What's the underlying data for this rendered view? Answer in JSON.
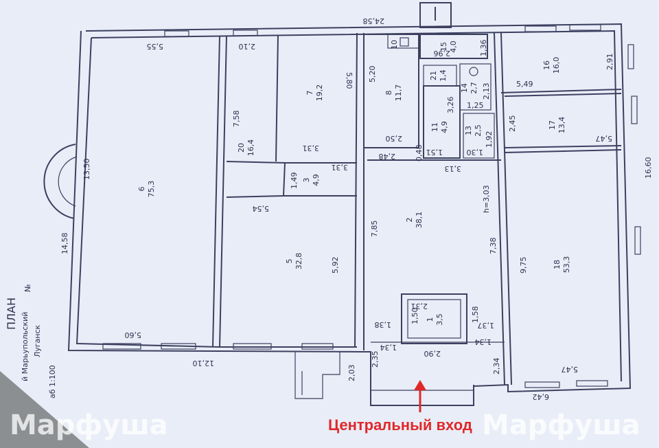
{
  "title": {
    "plan": "ПЛАН",
    "number_label": "№",
    "street": "й Марьупольский",
    "city": "Луганск",
    "scale": "аб 1:100"
  },
  "rooms": [
    {
      "num": "6",
      "area": "75,3"
    },
    {
      "num": "20",
      "area": "16,4"
    },
    {
      "num": "7",
      "area": "19,2"
    },
    {
      "num": "3",
      "area": "4,9"
    },
    {
      "num": "5",
      "area": "32,8"
    },
    {
      "num": "8",
      "area": "11,7"
    },
    {
      "num": "10",
      "area": ""
    },
    {
      "num": "15",
      "area": "4,0"
    },
    {
      "num": "21",
      "area": "1,4"
    },
    {
      "num": "14",
      "area": "2,7"
    },
    {
      "num": "11",
      "area": "4,9"
    },
    {
      "num": "13",
      "area": "2,5"
    },
    {
      "num": "16",
      "area": "16,0"
    },
    {
      "num": "17",
      "area": "13,4"
    },
    {
      "num": "2",
      "area": "38,1"
    },
    {
      "num": "1",
      "area": "3,5"
    },
    {
      "num": "18",
      "area": "53,3"
    }
  ],
  "dimensions": [
    "24,58",
    "5,55",
    "2,10",
    "5,80",
    "13,50",
    "14,58",
    "7,58",
    "3,31",
    "1,49",
    "3,31",
    "5,54",
    "5,92",
    "5,60",
    "12,10",
    "5,20",
    "2,50",
    "2,48",
    "0,48",
    "2,96",
    "1,36",
    "3,26",
    "2,13",
    "1,25",
    "1,51",
    "1,92",
    "1,30",
    "3,13",
    "2,91",
    "5,49",
    "2,45",
    "5,47",
    "16,60",
    "h=3,03",
    "7,85",
    "7,38",
    "9,75",
    "2,31",
    "1,50",
    "1,38",
    "1,58",
    "1,37",
    "1,34",
    "2,90",
    "1,34",
    "2,35",
    "2,03",
    "2,34",
    "5,47",
    "6,42"
  ],
  "entrance_label": "Центральный вход",
  "watermark": "Марфуша",
  "colors": {
    "paper": "#e9edf7",
    "ink": "#3b4060",
    "accent": "#e0282a"
  }
}
